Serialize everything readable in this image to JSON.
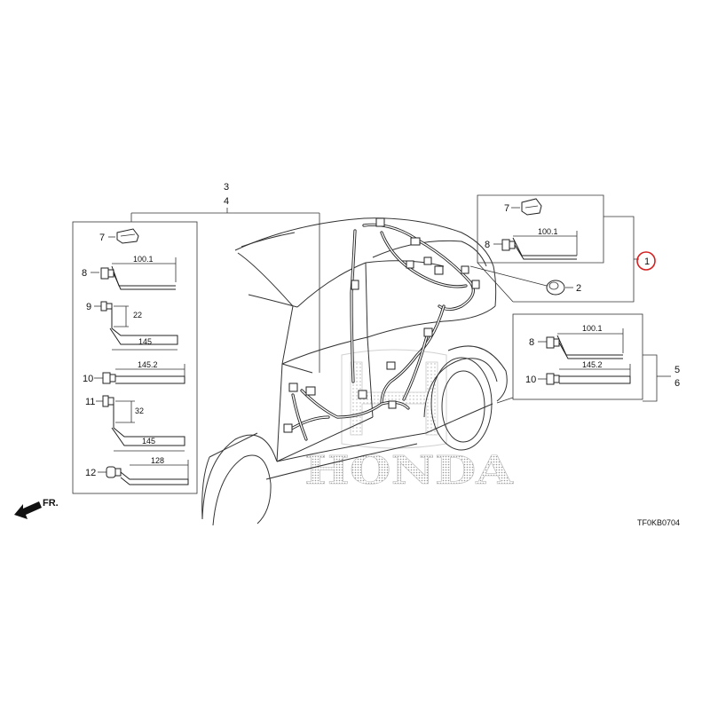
{
  "diagram": {
    "part_number_1": "1",
    "part_number_2": "2",
    "part_number_34": [
      "3",
      "4"
    ],
    "part_number_56": [
      "5",
      "6"
    ],
    "left_box": {
      "items": [
        {
          "num": "7"
        },
        {
          "num": "8",
          "dim": "100.1"
        },
        {
          "num": "9",
          "dim_v": "22",
          "dim_h": "145"
        },
        {
          "num": "10",
          "dim": "145.2"
        },
        {
          "num": "11",
          "dim_v": "32",
          "dim_h": "145"
        },
        {
          "num": "12",
          "dim": "128"
        }
      ]
    },
    "top_right_box": {
      "items": [
        {
          "num": "7"
        },
        {
          "num": "8",
          "dim": "100.1"
        }
      ]
    },
    "right_box": {
      "items": [
        {
          "num": "8",
          "dim": "100.1"
        },
        {
          "num": "10",
          "dim": "145.2"
        }
      ]
    },
    "front_arrow_label": "FR.",
    "watermark": "HONDA",
    "diagram_code": "TF0KB0704",
    "highlight_color": "#d62020"
  }
}
